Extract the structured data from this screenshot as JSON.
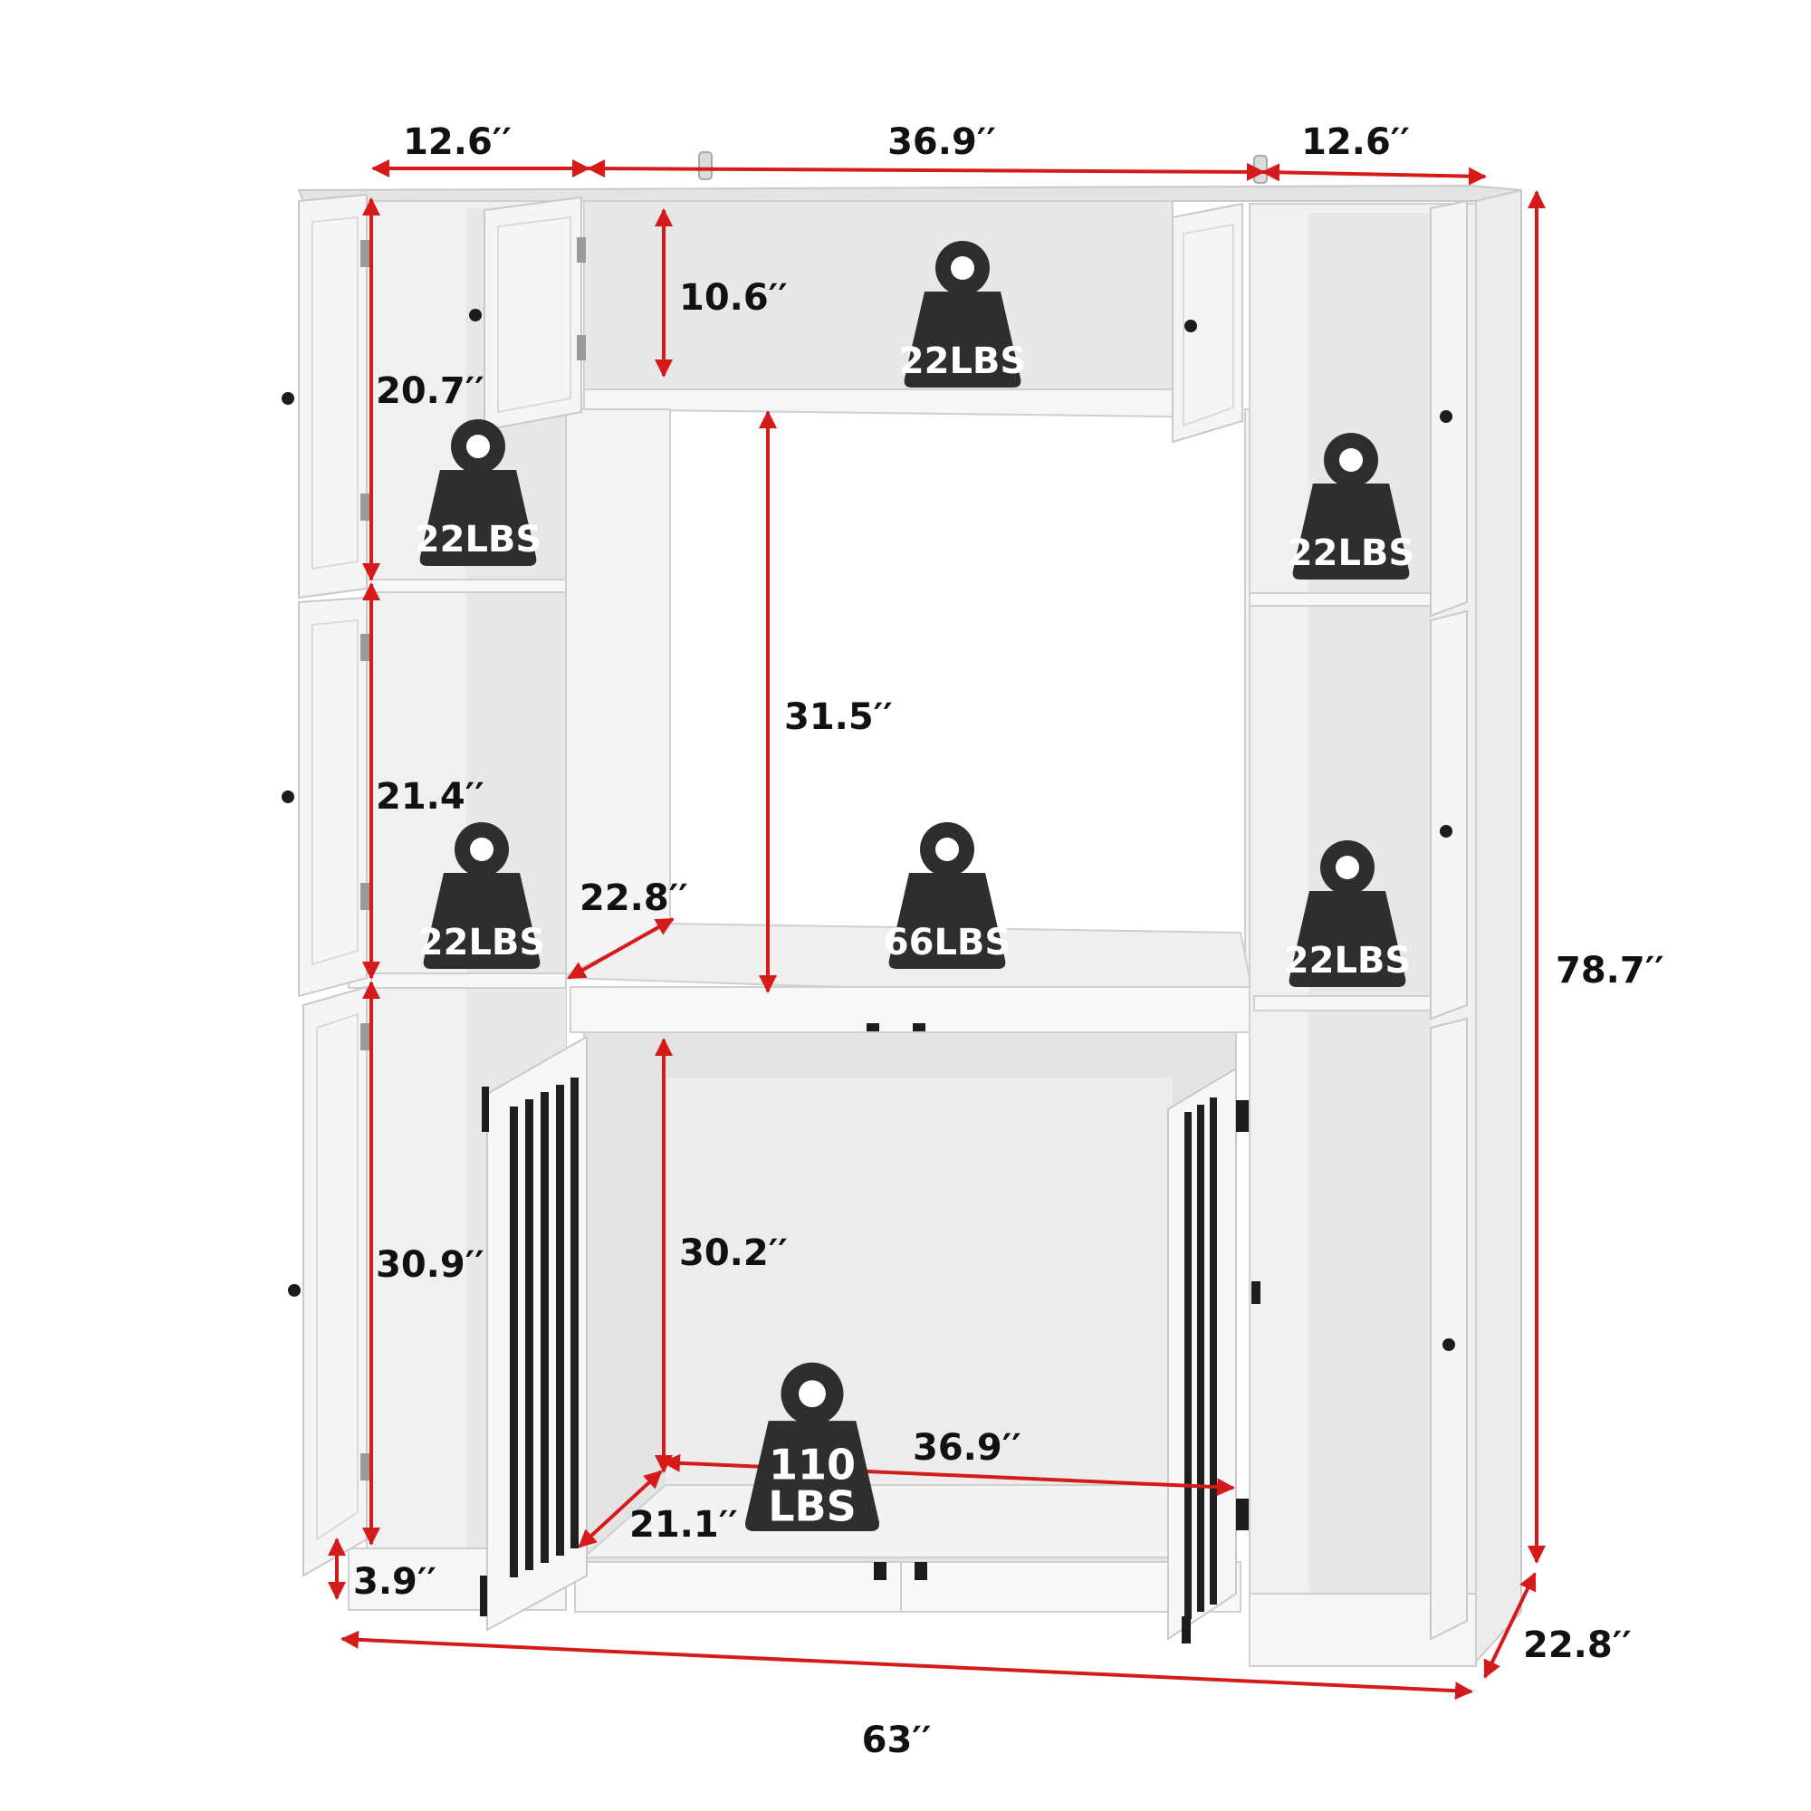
{
  "colors": {
    "arrow": "#d61a1a",
    "cabinet": "#f2f2f2",
    "cabinet_edge": "#c9c9c9",
    "interior": "#e6e6e6",
    "weight_icon": "#2e2e2e",
    "hardware": "#1c1c1c"
  },
  "dimensions": {
    "left_width": "12.6′′",
    "center_width": "36.9′′",
    "right_width": "12.6′′",
    "top_shelf_height": "10.6′′",
    "upper_left_height": "20.7′′",
    "middle_left_height": "21.4′′",
    "lower_left_height": "30.9′′",
    "opening_height": "31.5′′",
    "shelf_depth": "22.8′′",
    "crate_height": "30.2′′",
    "crate_width": "36.9′′",
    "crate_depth": "21.1′′",
    "base_height": "3.9′′",
    "overall_width": "63′′",
    "overall_height": "78.7′′",
    "overall_depth": "22.8′′"
  },
  "weights": {
    "top_center": "22LBS",
    "upper_left": "22LBS",
    "upper_right": "22LBS",
    "middle_left": "22LBS",
    "middle_center": "66LBS",
    "middle_right": "22LBS",
    "crate_line1": "110",
    "crate_line2": "LBS"
  },
  "icons": {
    "weight": "weight-icon",
    "cabinet": "storage-cabinet-dog-crate"
  }
}
